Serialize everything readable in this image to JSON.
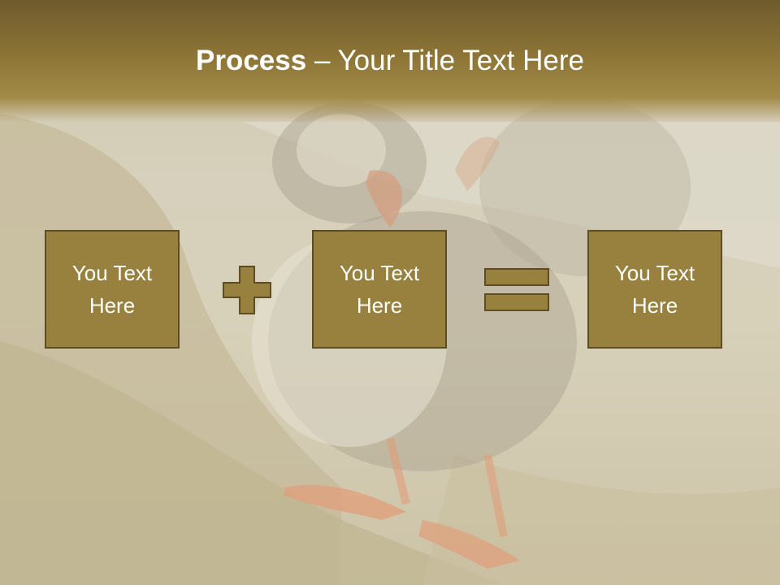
{
  "slide": {
    "title_bold": "Process",
    "title_rest": " – Your Title Text Here"
  },
  "boxes": [
    {
      "text": "You Text Here"
    },
    {
      "text": "You Text Here"
    },
    {
      "text": "You Text Here"
    }
  ],
  "operators": {
    "first": "plus-icon",
    "second": "equals-icon"
  },
  "colors": {
    "title_band": "#8c7436",
    "box_fill": "#98803e",
    "box_border": "#5e4c22",
    "text": "#ffffff"
  }
}
